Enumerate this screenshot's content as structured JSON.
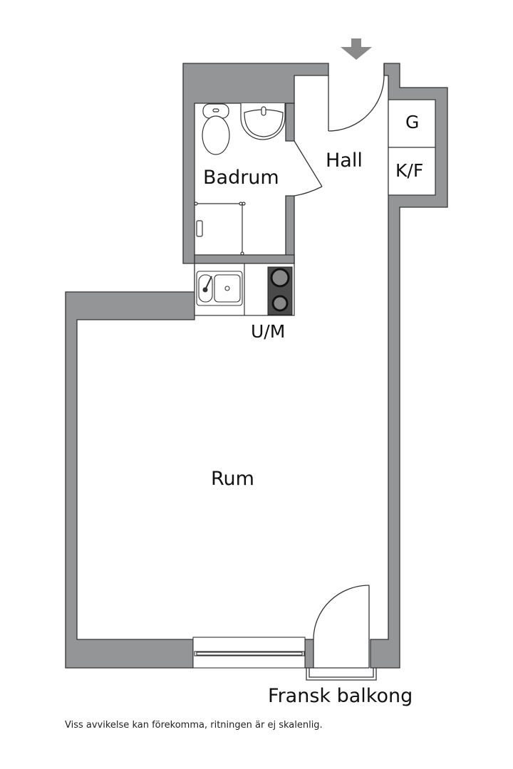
{
  "plan": {
    "rooms": {
      "badrum": "Badrum",
      "hall": "Hall",
      "rum": "Rum",
      "garderob": "G",
      "kyl_frys": "K/F",
      "diskmaskin": "U/M",
      "balkong": "Fransk balkong"
    },
    "entrance_icon": "entrance-arrow",
    "colors": {
      "wall": "#939596",
      "wall_outline": "#333333",
      "stove": "#4a4a4a",
      "arrow": "#8a8a8a"
    }
  },
  "footer": {
    "disclaimer": "Viss avvikelse kan förekomma, ritningen är ej skalenlig."
  }
}
